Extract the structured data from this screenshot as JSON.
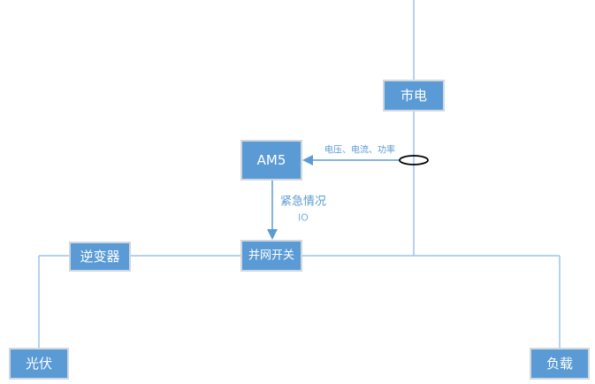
{
  "nodes": {
    "grid": "市电",
    "am5": "AM5",
    "grid_switch": "并网开关",
    "inverter": "逆变器",
    "pv": "光伏",
    "load": "负载"
  },
  "edges": {
    "measurement_label": "电压、电流、功率",
    "emergency_label": "紧急情况",
    "io_label": "IO"
  },
  "colors": {
    "box": "#5b9bd5",
    "line": "#9dc3e6"
  }
}
